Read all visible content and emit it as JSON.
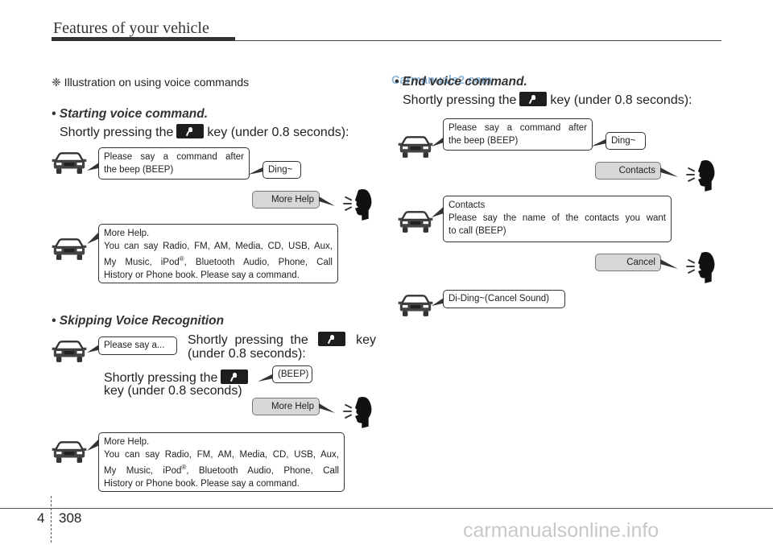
{
  "header": {
    "title": "Features of your vehicle"
  },
  "note": "❈ Illustration on using voice commands",
  "watermark": "Carmanuals2.com",
  "icons": {
    "talk_button": "voice-talk-button-icon",
    "car": "car-icon",
    "speaker": "user-speaking-icon"
  },
  "sections": {
    "starting": {
      "title": "• Starting voice command.",
      "instruction_before": "Shortly pressing the",
      "instruction_after": "key (under 0.8 seconds):",
      "bubble_prompt": [
        "Please say a command after",
        "the beep (BEEP)"
      ],
      "ding": "Ding~",
      "user_says": "More Help",
      "help_response": [
        "More Help.",
        "You can say Radio, FM, AM, Media, CD, USB, Aux,",
        "My Music, iPod",
        "®",
        ", Bluetooth Audio, Phone, Call",
        "History or Phone book. Please say a command."
      ]
    },
    "skipping": {
      "title": "• Skipping Voice Recognition",
      "instruction_a_before": "Shortly pressing the",
      "instruction_a_after": "key",
      "instruction_a_line2": "(under 0.8 seconds):",
      "instruction_b_before": "Shortly pressing the",
      "instruction_b_line2": "key (under 0.8 seconds)",
      "bubble_prompt": "Please say a...",
      "beep": "(BEEP)",
      "user_says": "More Help",
      "help_response": [
        "More Help.",
        "You can say Radio, FM, AM, Media, CD, USB, Aux,",
        "My Music, iPod",
        "®",
        ", Bluetooth Audio, Phone, Call",
        "History or Phone book. Please say a command."
      ]
    },
    "ending": {
      "title": "• End voice command.",
      "instruction_before": "Shortly pressing the",
      "instruction_after": "key (under 0.8 seconds):",
      "bubble_prompt": [
        "Please say a command after",
        "the beep (BEEP)"
      ],
      "ding": "Ding~",
      "user_says_contacts": "Contacts",
      "contacts_response": [
        "Contacts",
        "Please say the name of the contacts you want",
        "to call (BEEP)"
      ],
      "user_says_cancel": "Cancel",
      "cancel_sound": "Di-Ding~(Cancel Sound)"
    }
  },
  "footer": {
    "chapter": "4",
    "page": "308",
    "site": "carmanualsonline.info"
  }
}
